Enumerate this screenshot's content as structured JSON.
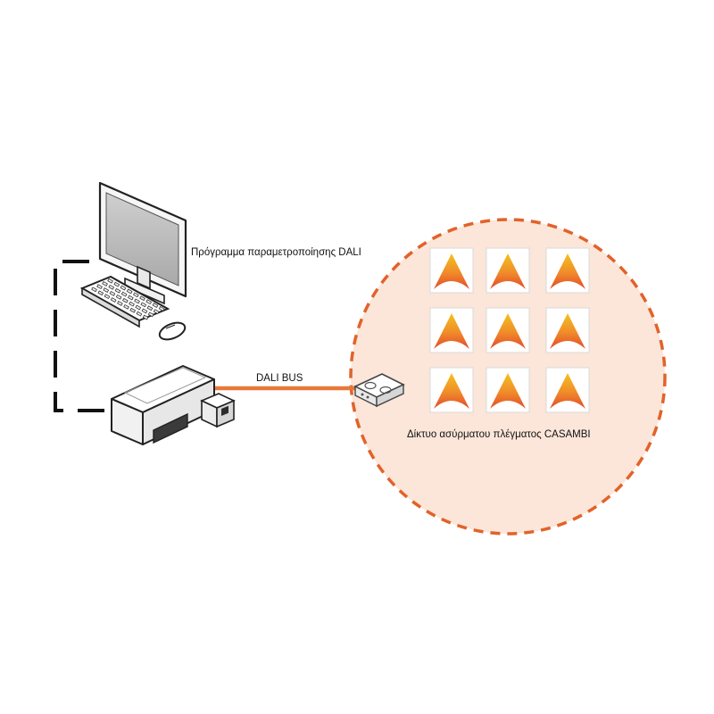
{
  "labels": {
    "software": "Πρόγραμμα παραμετροποίησης  DALI",
    "bus": "DALI BUS",
    "network": "Δίκτυο ασύρματου πλέγματος CASAMBI"
  },
  "colors": {
    "accent": "#e2622a",
    "circle_fill": "#fbe6d9",
    "bus_line": "#e8783a",
    "tile_top": "#f3c21f",
    "tile_bottom": "#e2492a"
  },
  "icons": {
    "computer": "computer-monitor-icon",
    "keyboard": "keyboard-icon",
    "mouse": "mouse-icon",
    "controller": "dali-controller-icon",
    "gateway": "casambi-gateway-icon",
    "luminaire": "luminaire-icon"
  },
  "luminaire_grid": {
    "rows": 3,
    "cols": 3
  }
}
